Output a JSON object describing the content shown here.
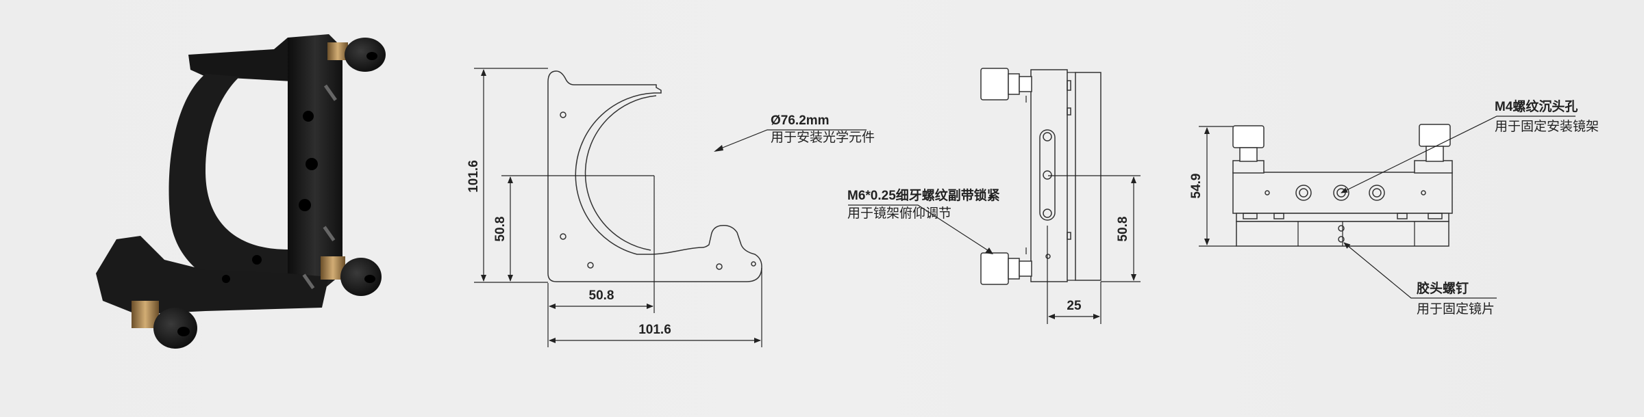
{
  "colors": {
    "background": "#eeeeee",
    "line": "#222222",
    "mount_body": "#1e1e1e",
    "brass": "#b08a55"
  },
  "front_view": {
    "dim_height_full": "101.6",
    "dim_height_center": "50.8",
    "dim_width_center": "50.8",
    "dim_width_full": "101.6",
    "aperture_callout": "Ø76.2mm",
    "aperture_note": "用于安装光学元件"
  },
  "side_view": {
    "adjuster_callout": "M6*0.25细牙螺纹副带锁紧",
    "adjuster_note": "用于镜架俯仰调节",
    "dim_center_height": "50.8",
    "dim_depth": "25"
  },
  "bottom_view": {
    "dim_height": "54.9",
    "counterbore_callout": "M4螺纹沉头孔",
    "counterbore_note": "用于固定安装镜架",
    "screw_callout": "胶头螺钉",
    "screw_note": "用于固定镜片"
  }
}
